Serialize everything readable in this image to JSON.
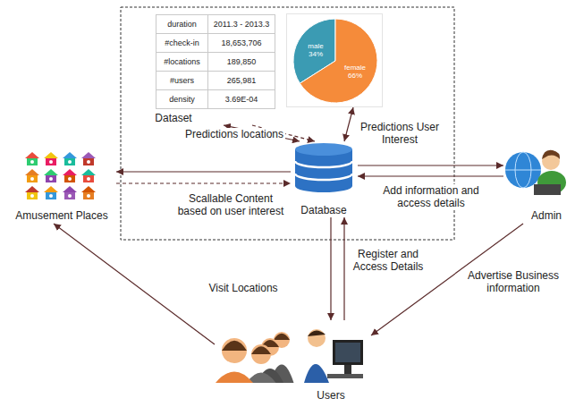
{
  "diagram": {
    "nodes": [
      {
        "text": [
          "Dataset"
        ]
      },
      {
        "text": [
          "male 34%",
          "female 66%"
        ]
      },
      {
        "text": [
          "Database"
        ]
      },
      {
        "text": [
          "Amusement Places"
        ]
      },
      {
        "text": [
          "Admin"
        ]
      },
      {
        "text": [
          "Users"
        ]
      }
    ],
    "edges": [
      {
        "from": 0,
        "to": 2,
        "arrow": "both",
        "label": "Predictions locations"
      },
      {
        "from": 0,
        "to": 2,
        "arrow": "to"
      },
      {
        "from": 2,
        "to": 1,
        "arrow": "both",
        "label": "Predictions User Interest"
      },
      {
        "from": 2,
        "to": 3,
        "arrow": "to"
      },
      {
        "from": 3,
        "to": 2,
        "arrow": "to",
        "label": "Scallable Content based on user interest"
      },
      {
        "from": 2,
        "to": 4,
        "arrow": "to"
      },
      {
        "from": 4,
        "to": 2,
        "arrow": "to",
        "label": "Add information and access details"
      },
      {
        "from": 5,
        "to": 2,
        "arrow": "to",
        "label": "Register and Access Details"
      },
      {
        "from": 2,
        "to": 5,
        "arrow": "to"
      },
      {
        "from": 5,
        "to": 3,
        "arrow": "to",
        "label": "Visit Locations"
      },
      {
        "from": 4,
        "to": 5,
        "arrow": "to",
        "label": "Advertise Business information"
      }
    ],
    "labels": [
      "duration",
      "2011.3 - 2013.3",
      "#check-in",
      "18,653,706",
      "#locations",
      "189,850",
      "#users",
      "265,981",
      "density",
      "3.69E-04"
    ]
  }
}
